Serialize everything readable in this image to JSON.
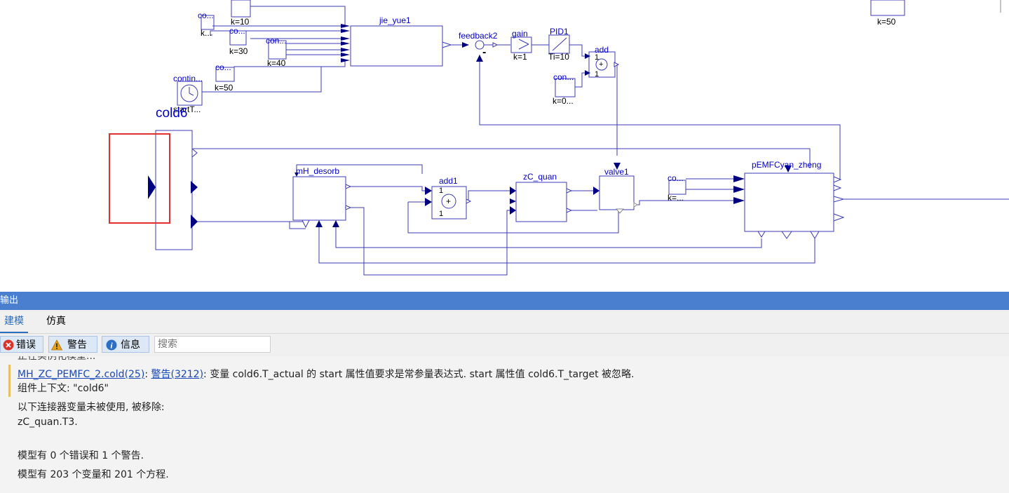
{
  "diagram": {
    "blocks": {
      "cold6": "cold6",
      "jie_yue1": "jie_yue1",
      "feedback2": "feedback2",
      "feedback_sign": "-",
      "gain": "gain",
      "gain_param": "k=1",
      "pid1": "PID1",
      "pid1_param": "Ti=10",
      "add": "add",
      "add_in1": "1",
      "add_in2": "1",
      "add_sym": "+",
      "con_bottom": "con...",
      "con_bottom_param": "k=0...",
      "mh_desorb": "mH_desorb",
      "add1": "add1",
      "add1_in1": "1",
      "add1_in2": "1",
      "add1_sym": "+",
      "zc_quan": "zC_quan",
      "valve1": "valve1",
      "co_right": "co...",
      "co_right_param": "k=...",
      "pemfc": "pEMFCyan_zheng",
      "top_right_param": "k=50",
      "top_left_co": "co...",
      "top_left_co_param": "k...",
      "const_k10": "k=10",
      "const_co2": "co...",
      "const_k30": "k=30",
      "const_con": "con...",
      "const_k40": "k=40",
      "const_co3": "co...",
      "const_k50": "k=50",
      "contin": "contin...",
      "contin_param": "startT..."
    }
  },
  "output_panel": {
    "title": "输出",
    "tabs": [
      {
        "label": "建模",
        "active": true
      },
      {
        "label": "仿真",
        "active": false
      }
    ],
    "filters": {
      "errors": "错误",
      "warnings": "警告",
      "info": "信息",
      "search_placeholder": "搜索"
    },
    "messages": {
      "cut_line": "正在实例化模型...",
      "warn_link_model": "MH_ZC_PEMFC_2.cold(25)",
      "warn_sep1": ": ",
      "warn_link_code": "警告(3212)",
      "warn_text": ": 变量 cold6.T_actual 的 start 属性值要求是常参量表达式. start 属性值 cold6.T_target 被忽略.",
      "context": "组件上下文: \"cold6\"",
      "unused_title": "以下连接器变量未被使用, 被移除:",
      "unused_var": "zC_quan.T3.",
      "summary_errors": "模型有 0 个错误和 1 个警告.",
      "summary_vars": "模型有 203 个变量和 201 个方程."
    }
  },
  "colors": {
    "block_stroke": "#3b3bb8",
    "connector": "#000080",
    "header_bg": "#4a7fd0",
    "selection": "#e03030",
    "link": "#1a47b8"
  }
}
